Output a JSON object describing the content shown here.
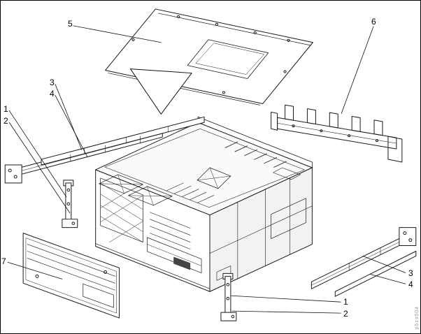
{
  "figure": {
    "artwork_id": "p5zs504",
    "callouts": [
      {
        "label": "5",
        "part": "top-cover"
      },
      {
        "label": "6",
        "part": "cable-management-arm"
      },
      {
        "label": "3",
        "part": "left-rail"
      },
      {
        "label": "4",
        "part": "left-rail"
      },
      {
        "label": "1",
        "part": "left-mounting-bracket"
      },
      {
        "label": "2",
        "part": "left-mounting-bracket"
      },
      {
        "label": "7",
        "part": "front-bezel"
      },
      {
        "label": "3",
        "part": "right-rail"
      },
      {
        "label": "4",
        "part": "right-rail"
      },
      {
        "label": "1",
        "part": "bottom-mounting-bracket"
      },
      {
        "label": "2",
        "part": "bottom-mounting-bracket"
      }
    ]
  }
}
